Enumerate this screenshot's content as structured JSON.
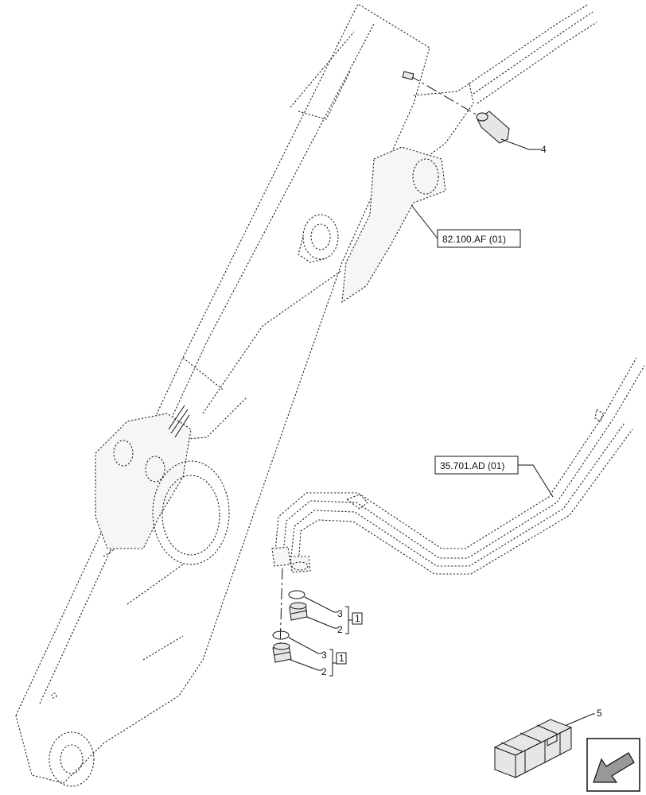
{
  "callouts": {
    "part_4": "4",
    "part_5": "5",
    "ref_boom": "82.100.AF (01)",
    "ref_pipe": "35.701.AD (01)",
    "upper_3": "3",
    "upper_2": "2",
    "upper_note": "1",
    "lower_3": "3",
    "lower_2": "2",
    "lower_note": "1"
  },
  "icons": {
    "kit": "kit-box-icon",
    "nav": "navigation-arrow-icon"
  }
}
